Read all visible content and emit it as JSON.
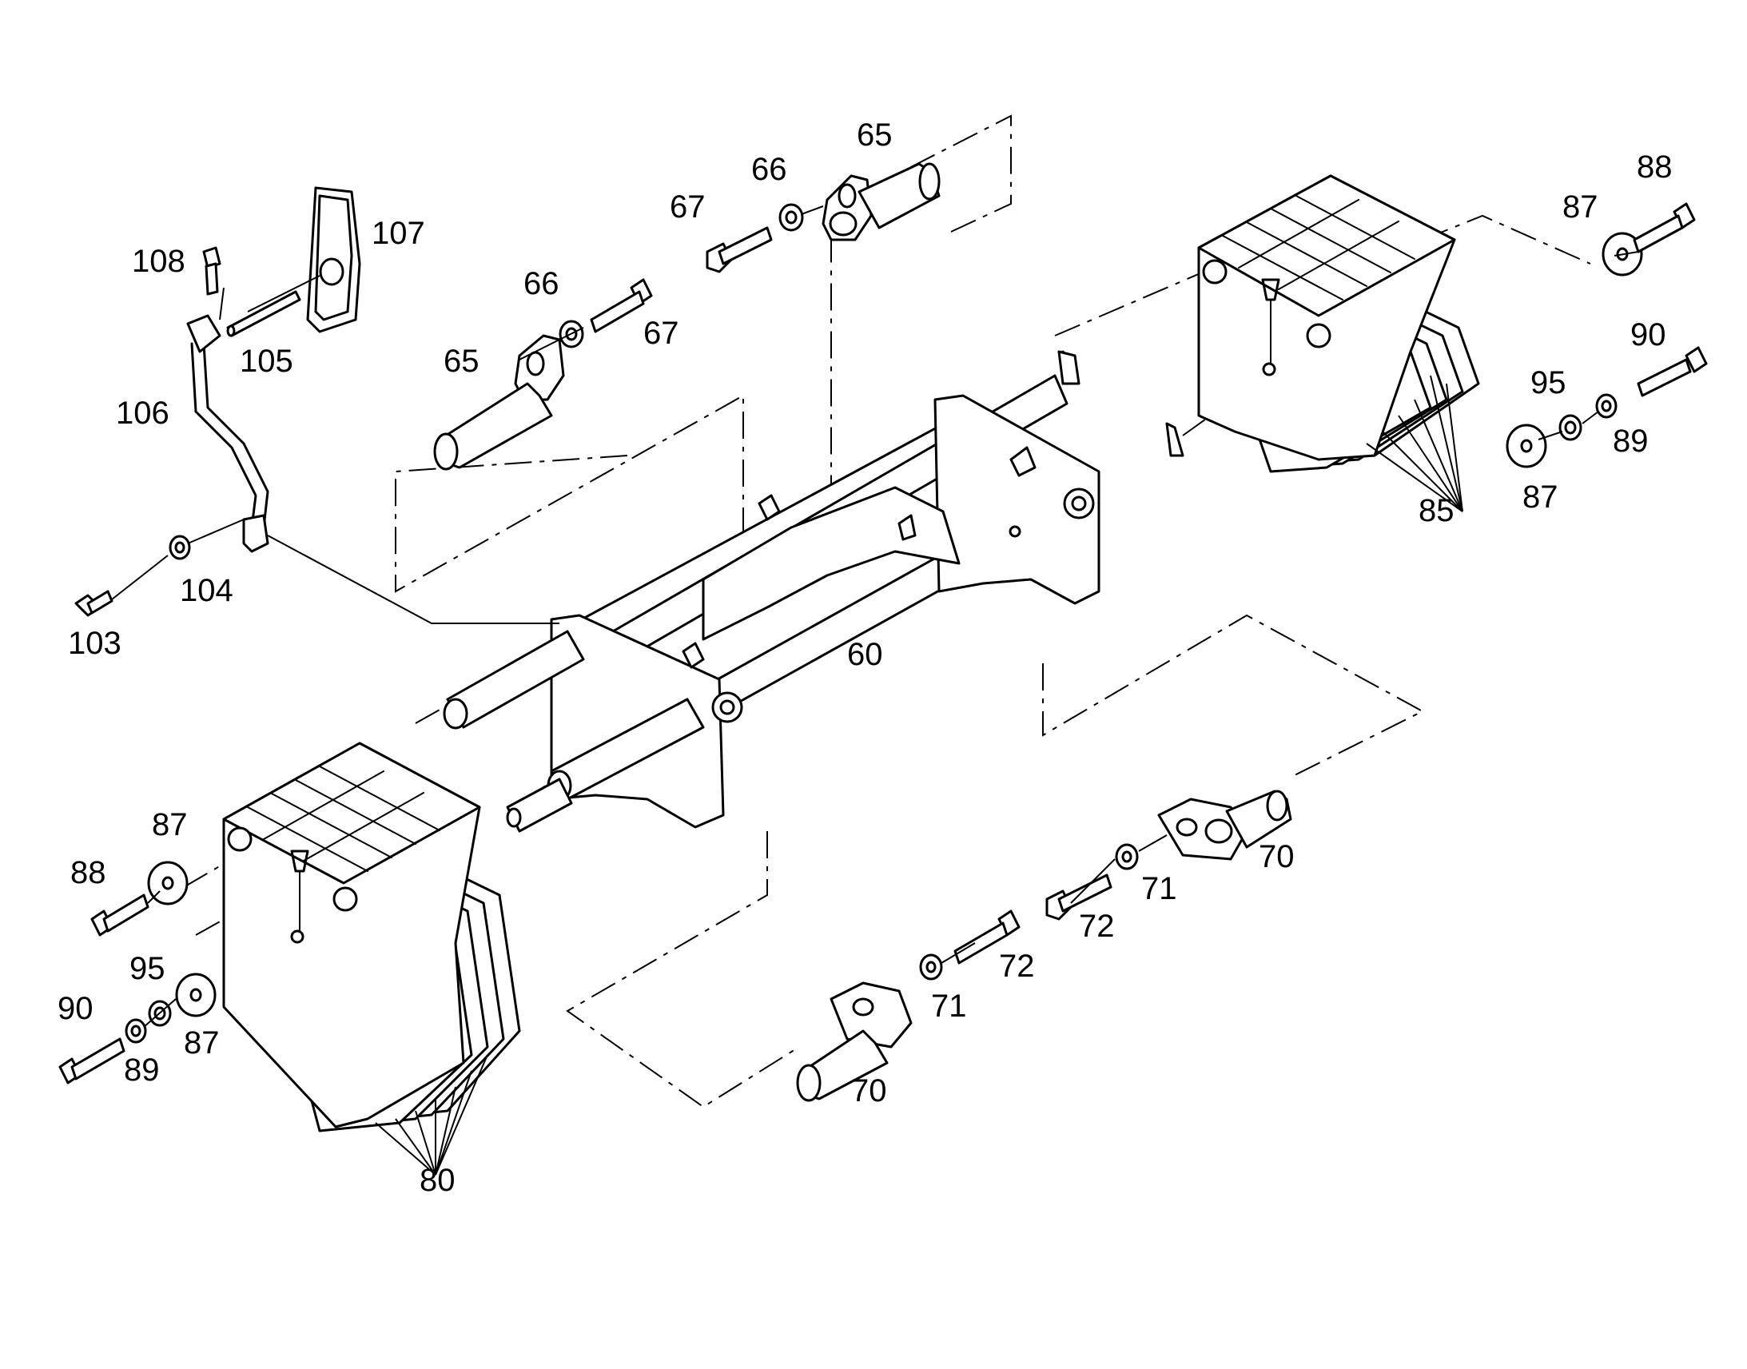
{
  "callouts": {
    "c60": "60",
    "c65a": "65",
    "c65b": "65",
    "c66a": "66",
    "c66b": "66",
    "c67a": "67",
    "c67b": "67",
    "c70a": "70",
    "c70b": "70",
    "c71a": "71",
    "c71b": "71",
    "c72a": "72",
    "c72b": "72",
    "c80": "80",
    "c85": "85",
    "c87a": "87",
    "c87b": "87",
    "c87c": "87",
    "c87d": "87",
    "c88a": "88",
    "c88b": "88",
    "c89a": "89",
    "c89b": "89",
    "c90a": "90",
    "c90b": "90",
    "c95a": "95",
    "c95b": "95",
    "c103": "103",
    "c104": "104",
    "c105": "105",
    "c106": "106",
    "c107": "107",
    "c108": "108"
  }
}
